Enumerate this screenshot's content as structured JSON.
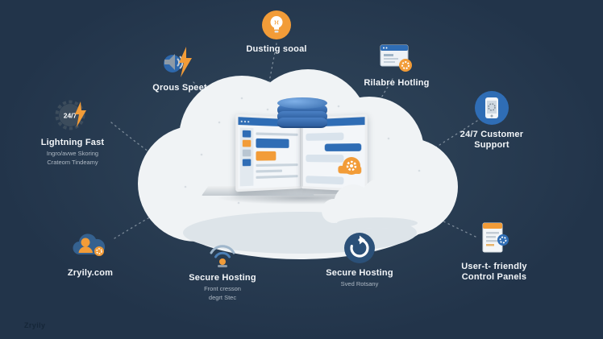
{
  "colors": {
    "background": "#22344a",
    "background_glow": "#31475c",
    "accent_orange": "#f29c38",
    "brand_blue": "#2f6db5",
    "navy_circle": "#2b5078",
    "cloud_white": "#f0f3f5",
    "cloud_shade": "#dde4e9",
    "text_light": "#f3f6f9",
    "text_dim": "#aeb9c4"
  },
  "features": {
    "idea": {
      "label": "Dusting sooal"
    },
    "speed": {
      "label": "Qrous Speet"
    },
    "lightning_fast": {
      "badge": "24/7",
      "label": "Lightning Fast",
      "sub1": "Ingro/avwe Skoring",
      "sub2": "Crateom Tindeamy"
    },
    "reliable_hosting": {
      "label": "Rilabre Hotling"
    },
    "customer_support": {
      "label": "24/7 Customer",
      "label2": "Support"
    },
    "control_panels": {
      "label": "User-t- friendly",
      "label2": "Control Panels"
    },
    "secure_hosting_right": {
      "label": "Secure Hosting",
      "sub1": "Sved Rotsany"
    },
    "secure_hosting_left": {
      "label": "Secure Hosting",
      "sub1": "Front cresson",
      "sub2": "degrt Stec"
    },
    "domain": {
      "label": "Zryily.com"
    }
  },
  "footer": {
    "watermark": "Zryily"
  }
}
